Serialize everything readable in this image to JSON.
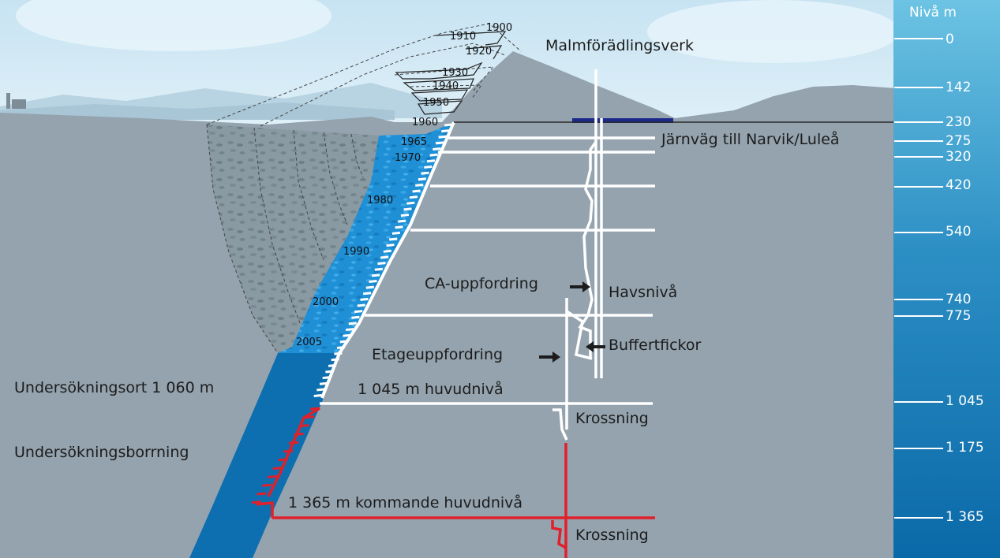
{
  "diagram": {
    "scale_title": "Nivå m",
    "levels": [
      "0",
      "142",
      "230",
      "275",
      "320",
      "420",
      "540",
      "740",
      "775",
      "1 045",
      "1 175",
      "1 365"
    ],
    "labels": {
      "plant": "Malmförädlingsverk",
      "railway": "Järnväg till Narvik/Luleå",
      "ca_hoist": "CA-uppfordring",
      "sea_level": "Havsnivå",
      "buffer": "Buffertfickor",
      "stage_hoist": "Etageuppfordring",
      "main_level_current": "1 045 m huvudnivå",
      "exploration_drift": "Undersökningsort 1 060 m",
      "exploration_drilling": "Undersökningsborrning",
      "main_level_future": "1 365 m kommande huvudnivå",
      "crushing_upper": "Krossning",
      "crushing_lower": "Krossning"
    },
    "years": [
      "1900",
      "1910",
      "1920",
      "1930",
      "1940",
      "1950",
      "1960",
      "1965",
      "1970",
      "1980",
      "1990",
      "2000",
      "2005"
    ]
  }
}
